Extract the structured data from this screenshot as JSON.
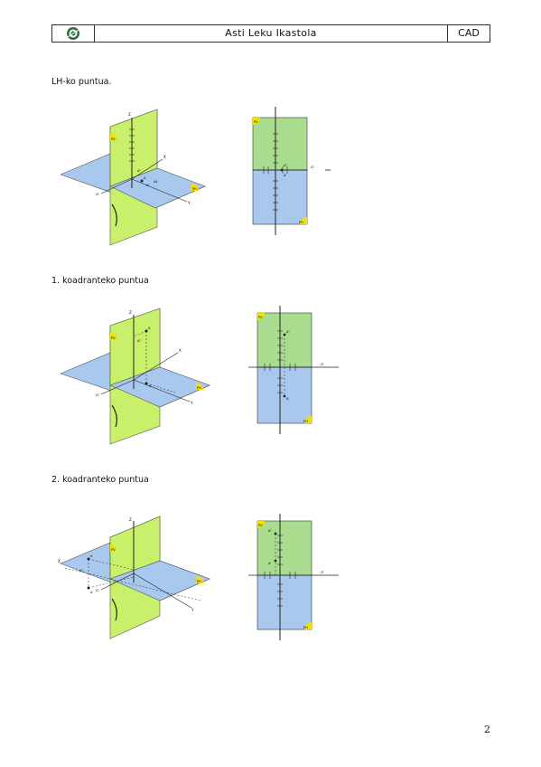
{
  "header": {
    "title": "Asti Leku Ikastola",
    "code": "CAD"
  },
  "sections": [
    {
      "title": "LH-ko puntua.",
      "iso_labels": [
        "PV",
        "PH",
        "LT",
        "Z",
        "X",
        "Y",
        "A",
        "A'",
        "A\"",
        "Ax"
      ],
      "proj_labels": [
        "PV",
        "PH",
        "LT",
        "A'",
        "A\""
      ]
    },
    {
      "title": "1. koadranteko puntua",
      "iso_labels": [
        "PV",
        "PH",
        "LT",
        "Z",
        "X",
        "Y",
        "A",
        "A'",
        "A\""
      ],
      "proj_labels": [
        "PV",
        "PH",
        "LT",
        "A\"",
        "A'"
      ]
    },
    {
      "title": "2. koadranteko puntua",
      "iso_labels": [
        "PV",
        "PH",
        "LT",
        "Z",
        "X",
        "Y",
        "A",
        "A'",
        "A\""
      ],
      "proj_labels": [
        "PV",
        "PH",
        "LT",
        "A\"",
        "A'"
      ]
    }
  ],
  "page_number": "2",
  "colors": {
    "horizontal_plane": "#a9c8ee",
    "vertical_plane": "#c9f06a",
    "upper_view": "#a9dc8f",
    "lower_view": "#a9c8ee",
    "plane_tag": "#f5e000"
  }
}
